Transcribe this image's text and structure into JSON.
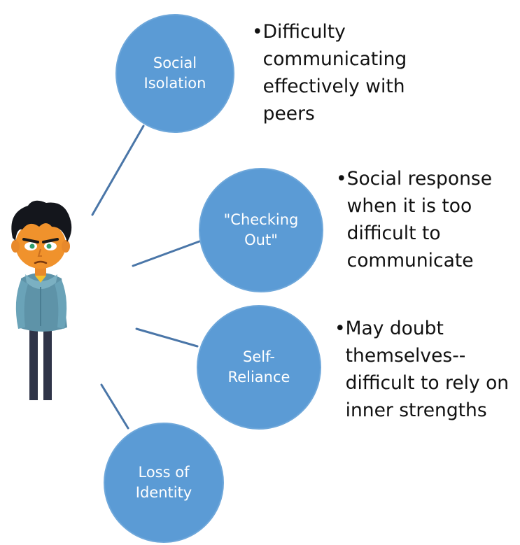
{
  "colors": {
    "circle_fill": "#5b9bd5",
    "connector": "#4a76a8",
    "text_dark": "#111111",
    "text_light": "#ffffff"
  },
  "icons": {
    "figure": "frowning-boy-illustration"
  },
  "bullet_glyph": "•",
  "nodes": [
    {
      "label": "Social\nIsolation"
    },
    {
      "label": "\"Checking\nOut\""
    },
    {
      "label": "Self-\nReliance"
    },
    {
      "label": "Loss of\nIdentity"
    }
  ],
  "notes": [
    {
      "text": "Difficulty\ncommunicating\neffectively with\npeers"
    },
    {
      "text": "Social response\nwhen it is too\ndifficult to\ncommunicate"
    },
    {
      "text": "May doubt\nthemselves--\ndifficult to rely on\ninner strengths"
    }
  ]
}
